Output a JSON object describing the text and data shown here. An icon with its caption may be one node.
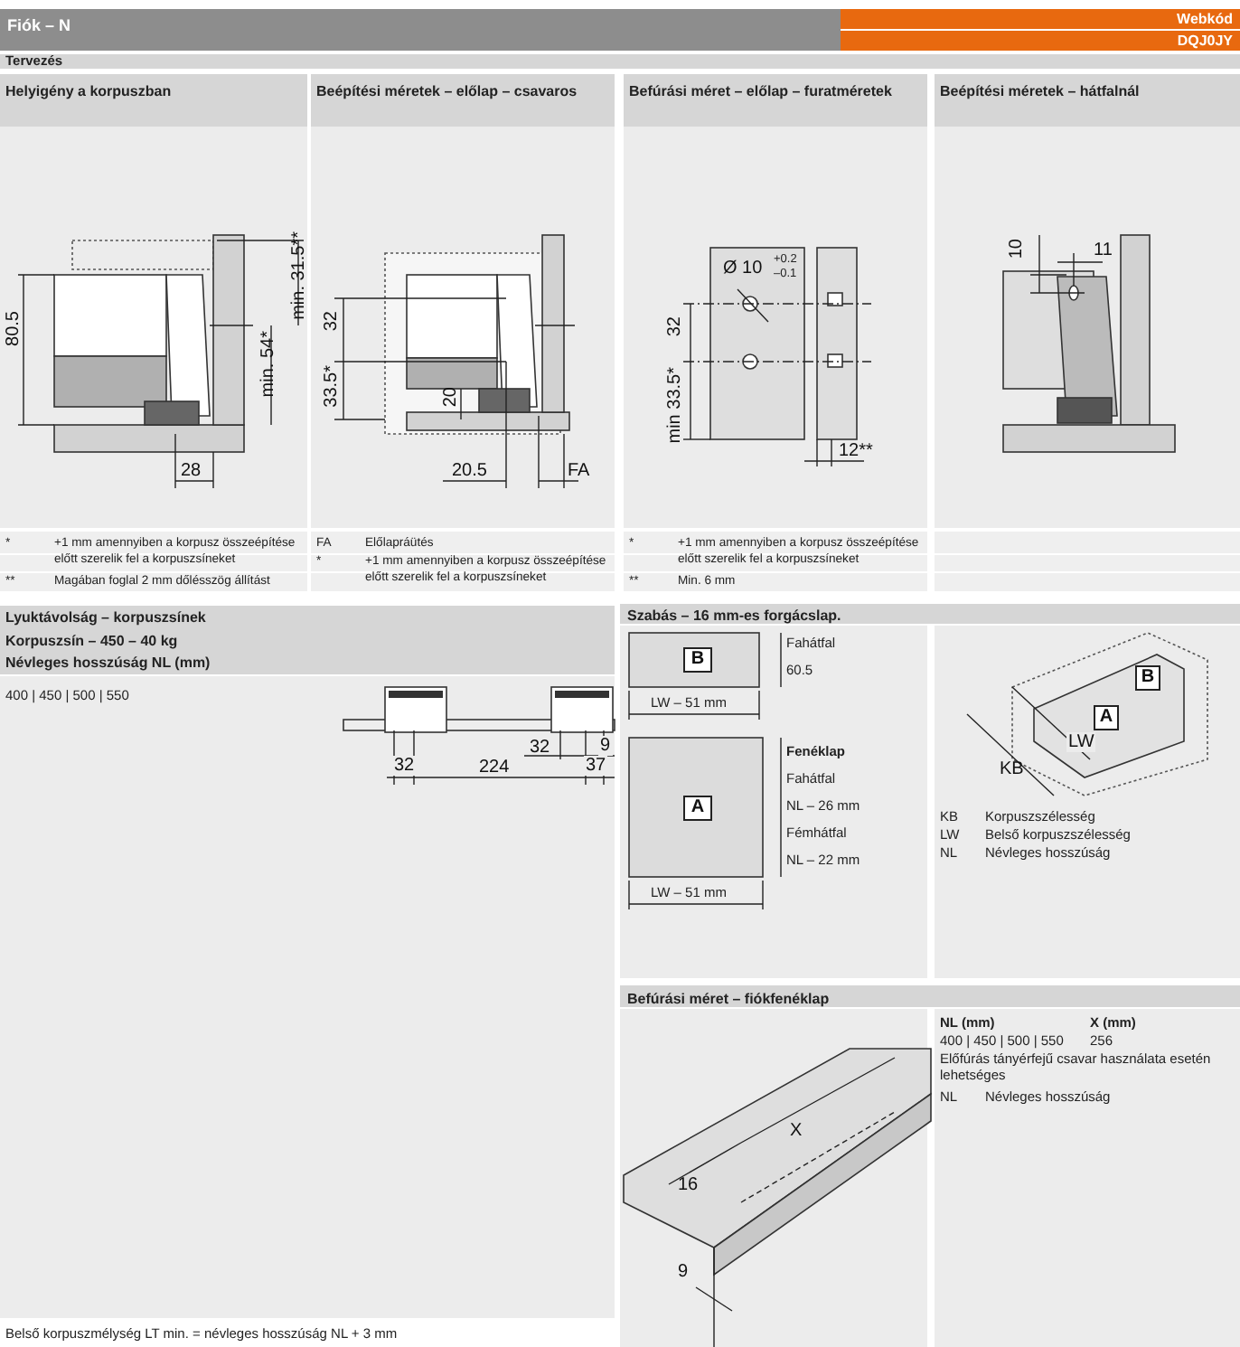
{
  "diagram": {
    "title": "Fiók – N",
    "nodes": [
      {
        "text": [
          "B"
        ]
      },
      {
        "text": [
          "A"
        ]
      },
      {
        "text": [
          "B"
        ]
      },
      {
        "text": [
          "A"
        ]
      }
    ],
    "labels": [
      "Webkód",
      "DQJ0JY",
      "Tervezés",
      "Helyigény a korpuszban",
      "Beépítési méretek – előlap – csavaros",
      "Befúrási méret – előlap – furatméretek",
      "Beépítési méretek – hátfalnál",
      "min. 31.5**",
      "80.5",
      "min. 54*",
      "28",
      "32",
      "33.5*",
      "20",
      "20.5",
      "FA",
      "Ø 10",
      "+0.2",
      "–0.1",
      "32",
      "min 33.5*",
      "12**",
      "10",
      "11",
      "*",
      "+1 mm amennyiben a korpusz összeépítése előtt szerelik fel a korpuszsíneket",
      "**",
      "Magában foglal 2 mm dőlésszög állítást",
      "FA",
      "Előlapráütés",
      "*",
      "+1 mm amennyiben a korpusz összeépítése előtt szerelik fel a korpuszsíneket",
      "*",
      "+1 mm amennyiben a korpusz összeépítése előtt szerelik fel a korpuszsíneket",
      "**",
      "Min. 6 mm",
      "Lyuktávolság – korpuszsínek",
      "Korpuszsín – 450 – 40 kg",
      "Névleges hosszúság NL (mm)",
      "400 | 450 | 500 | 550",
      "32",
      "9",
      "32",
      "224",
      "37",
      "Szabás – 16 mm-es forgácslap.",
      "Fahátfal",
      "60.5",
      "LW – 51 mm",
      "Fenéklap",
      "Fahátfal",
      "NL – 26 mm",
      "Fémhátfal",
      "NL – 22 mm",
      "LW – 51 mm",
      "LW",
      "KB",
      "KB",
      "Korpuszszélesség",
      "LW",
      "Belső korpuszszélesség",
      "NL",
      "Névleges hosszúság",
      "Befúrási méret – fiókfenéklap",
      "NL (mm)",
      "X (mm)",
      "400 | 450 | 500 | 550",
      "256",
      "Előfúrás tányérfejű csavar használata esetén lehetséges",
      "NL",
      "Névleges hosszúság",
      "X",
      "16",
      "9",
      "Belső korpuszmélység LT min. = névleges hosszúság NL + 3 mm"
    ]
  }
}
